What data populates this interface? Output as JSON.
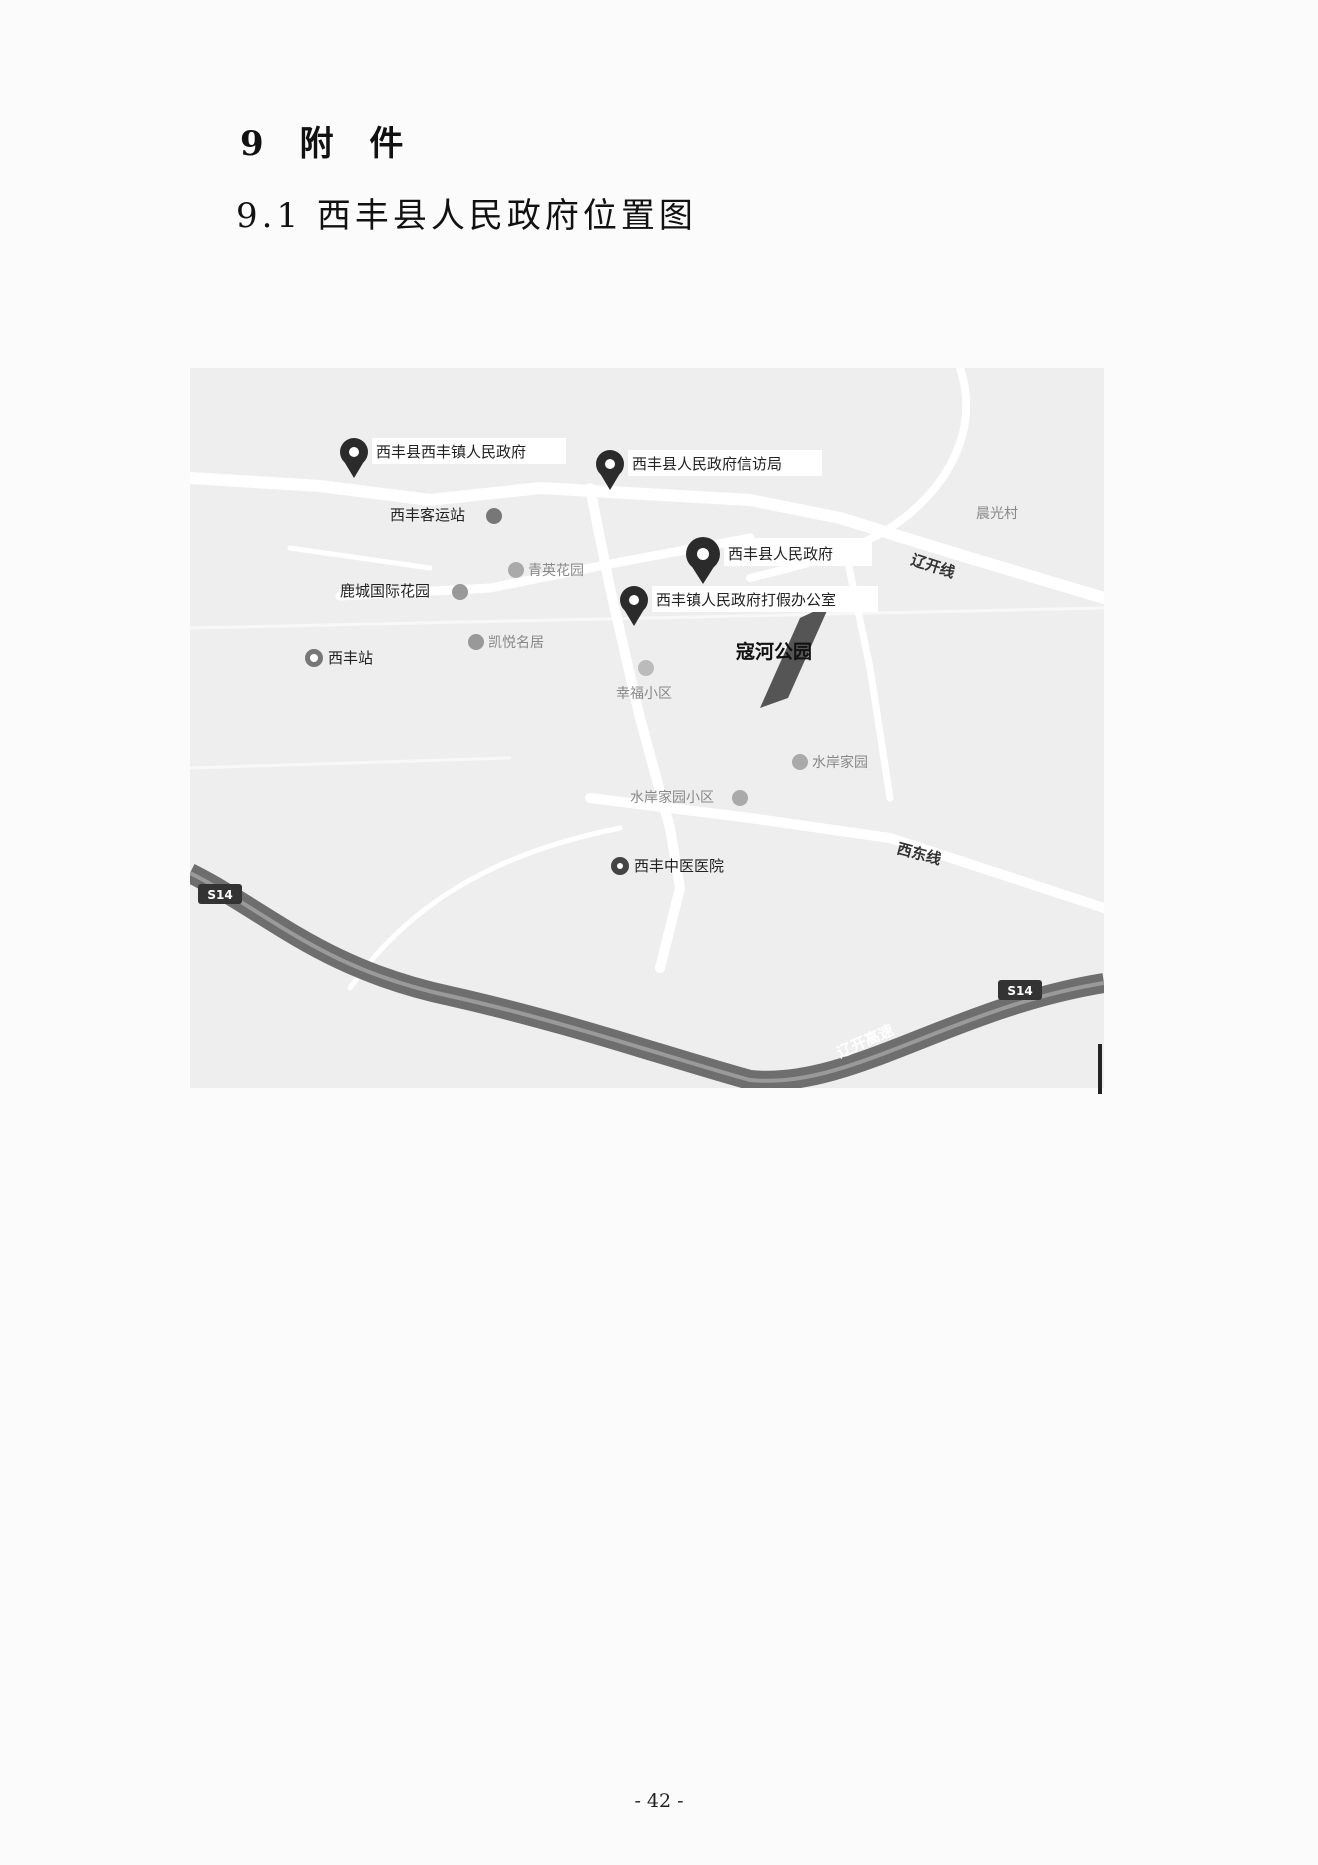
{
  "heading": "9 附 件",
  "subheading": "9.1 西丰县人民政府位置图",
  "map": {
    "pois": [
      {
        "label": "西丰县西丰镇人民政府"
      },
      {
        "label": "西丰县人民政府信访局"
      },
      {
        "label": "西丰县人民政府"
      },
      {
        "label": "西丰镇人民政府打假办公室"
      },
      {
        "label": "西丰客运站"
      },
      {
        "label": "鹿城国际花园"
      },
      {
        "label": "青英花园"
      },
      {
        "label": "凯悦名居"
      },
      {
        "label": "西丰站"
      },
      {
        "label": "幸福小区"
      },
      {
        "label": "水岸家园"
      },
      {
        "label": "水岸家园小区"
      },
      {
        "label": "西丰中医医院"
      },
      {
        "label": "晨光村"
      }
    ],
    "park": "寇河公园",
    "roads": {
      "liaokai_line": "辽开线",
      "xidong_line": "西东线",
      "liaokai_expressway": "辽开高速",
      "shield_left": "S14",
      "shield_right": "S14"
    }
  },
  "page_number": "- 42 -",
  "colors": {
    "map_background": "#eeeeee",
    "road": "#ffffff",
    "expressway": "#6e6e6e",
    "pin": "#2b2b2b",
    "river": "#555555"
  }
}
